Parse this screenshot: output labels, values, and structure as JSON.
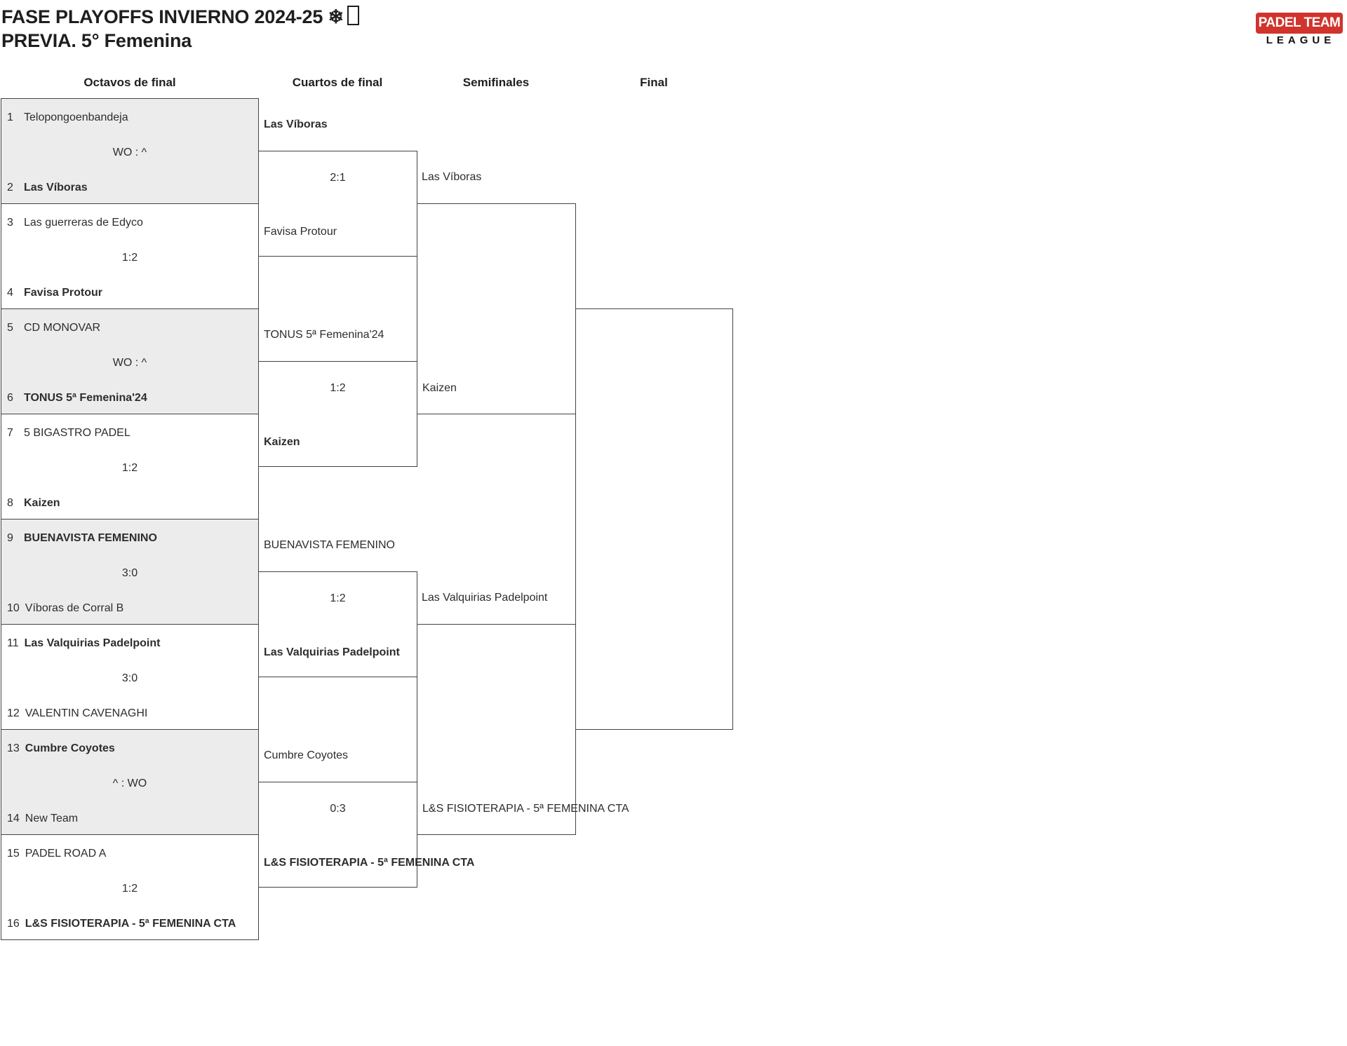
{
  "header": {
    "title_line1": "FASE PLAYOFFS INVIERNO 2024-25 ❄",
    "title_line2": "PREVIA. 5° Femenina",
    "logo_top": "PADEL TEAM",
    "logo_bottom": "LEAGUE",
    "logo_red_color": "#d0342c"
  },
  "columns": {
    "c1": "Octavos de final",
    "c2": "Cuartos de final",
    "c3": "Semifinales",
    "c4": "Final"
  },
  "octavos": [
    {
      "seed1": "1",
      "team1": "Telopongoenbandeja",
      "bold1": false,
      "score": "WO : ^",
      "seed2": "2",
      "team2": "Las Víboras",
      "bold2": true
    },
    {
      "seed1": "3",
      "team1": "Las guerreras de Edyco",
      "bold1": false,
      "score": "1:2",
      "seed2": "4",
      "team2": "Favisa Protour",
      "bold2": true
    },
    {
      "seed1": "5",
      "team1": "CD MONOVAR",
      "bold1": false,
      "score": "WO : ^",
      "seed2": "6",
      "team2": "TONUS 5ª Femenina'24",
      "bold2": true
    },
    {
      "seed1": "7",
      "team1": "5 BIGASTRO PADEL",
      "bold1": false,
      "score": "1:2",
      "seed2": "8",
      "team2": "Kaizen",
      "bold2": true
    },
    {
      "seed1": "9",
      "team1": "BUENAVISTA FEMENINO",
      "bold1": true,
      "score": "3:0",
      "seed2": "10",
      "team2": "Víboras de Corral B",
      "bold2": false
    },
    {
      "seed1": "11",
      "team1": "Las Valquirias Padelpoint",
      "bold1": true,
      "score": "3:0",
      "seed2": "12",
      "team2": "VALENTIN CAVENAGHI",
      "bold2": false
    },
    {
      "seed1": "13",
      "team1": "Cumbre Coyotes",
      "bold1": true,
      "score": "^ : WO",
      "seed2": "14",
      "team2": "New Team",
      "bold2": false
    },
    {
      "seed1": "15",
      "team1": "PADEL ROAD A",
      "bold1": false,
      "score": "1:2",
      "seed2": "16",
      "team2": "L&S FISIOTERAPIA - 5ª FEMENINA CTA",
      "bold2": true
    }
  ],
  "cuartos": [
    {
      "team1": "Las Víboras",
      "bold1": true,
      "score": "2:1",
      "team2": "Favisa Protour",
      "bold2": false
    },
    {
      "team1": "TONUS 5ª Femenina'24",
      "bold1": false,
      "score": "1:2",
      "team2": "Kaizen",
      "bold2": true
    },
    {
      "team1": "BUENAVISTA FEMENINO",
      "bold1": false,
      "score": "1:2",
      "team2": "Las Valquirias Padelpoint",
      "bold2": true
    },
    {
      "team1": "Cumbre Coyotes",
      "bold1": false,
      "score": "0:3",
      "team2": "L&S FISIOTERAPIA - 5ª FEMENINA CTA",
      "bold2": true
    }
  ],
  "semifinales": [
    {
      "team1": "Las Víboras",
      "team2": "Kaizen"
    },
    {
      "team1": "Las Valquirias Padelpoint",
      "team2": "L&S FISIOTERAPIA - 5ª FEMENINA CTA"
    }
  ]
}
